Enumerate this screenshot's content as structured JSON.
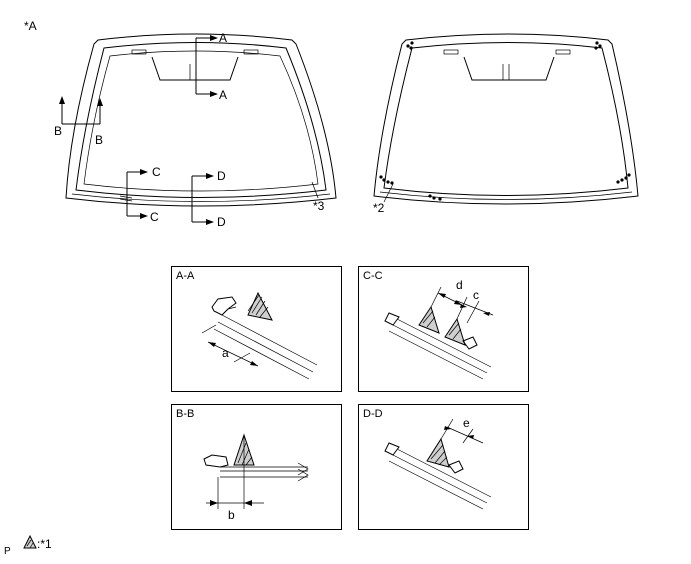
{
  "figure_label": "*A",
  "left_view": {
    "section_letters": {
      "a_top": "A",
      "a_bottom": "A",
      "b_left": "B",
      "b_right": "B",
      "c_top": "C",
      "c_bottom": "C",
      "d_top": "D",
      "d_bottom": "D"
    },
    "callout": "*3"
  },
  "right_view": {
    "callout": "*2"
  },
  "panels": {
    "aa": {
      "title": "A-A",
      "dim": "a"
    },
    "bb": {
      "title": "B-B",
      "dim": "b"
    },
    "cc": {
      "title": "C-C",
      "dim_d": "d",
      "dim_c": "c"
    },
    "dd": {
      "title": "D-D",
      "dim": "e"
    }
  },
  "legend": {
    "text": ":*1",
    "corner_letter": "P"
  }
}
